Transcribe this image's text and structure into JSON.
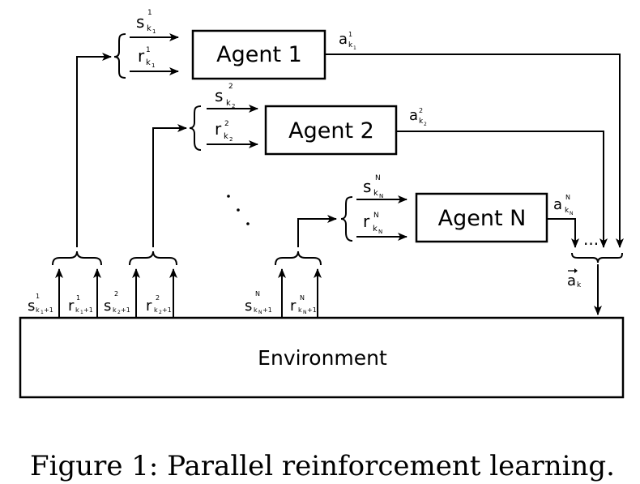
{
  "agents": [
    {
      "label": "Agent 1",
      "state": "s",
      "state_sub": "k",
      "state_subsub": "1",
      "state_sup": "1",
      "reward": "r",
      "reward_sub": "k",
      "reward_subsub": "1",
      "reward_sup": "1",
      "action": "a",
      "action_sub": "k",
      "action_subsub": "1",
      "action_sup": "1"
    },
    {
      "label": "Agent 2",
      "state": "s",
      "state_sub": "k",
      "state_subsub": "2",
      "state_sup": "2",
      "reward": "r",
      "reward_sub": "k",
      "reward_subsub": "2",
      "reward_sup": "2",
      "action": "a",
      "action_sub": "k",
      "action_subsub": "2",
      "action_sup": "2"
    },
    {
      "label": "Agent N",
      "state": "s",
      "state_sub": "k",
      "state_subsub": "N",
      "state_sup": "N",
      "reward": "r",
      "reward_sub": "k",
      "reward_subsub": "N",
      "reward_sup": "N",
      "action": "a",
      "action_sub": "k",
      "action_subsub": "N",
      "action_sup": "N"
    }
  ],
  "environment_label": "Environment",
  "joint_action": {
    "symbol": "a",
    "sub": "k"
  },
  "env_outputs": [
    {
      "sym": "s",
      "sup": "1",
      "sub": "k",
      "subsub": "1",
      "plus": "+1"
    },
    {
      "sym": "r",
      "sup": "1",
      "sub": "k",
      "subsub": "1",
      "plus": "+1"
    },
    {
      "sym": "s",
      "sup": "2",
      "sub": "k",
      "subsub": "2",
      "plus": "+1"
    },
    {
      "sym": "r",
      "sup": "2",
      "sub": "k",
      "subsub": "2",
      "plus": "+1"
    },
    {
      "sym": "s",
      "sup": "N",
      "sub": "k",
      "subsub": "N",
      "plus": "+1"
    },
    {
      "sym": "r",
      "sup": "N",
      "sub": "k",
      "subsub": "N",
      "plus": "+1"
    }
  ],
  "dots_vertical": "· · ·",
  "dots_horizontal": "...",
  "caption": "Figure 1: Parallel reinforcement learning."
}
